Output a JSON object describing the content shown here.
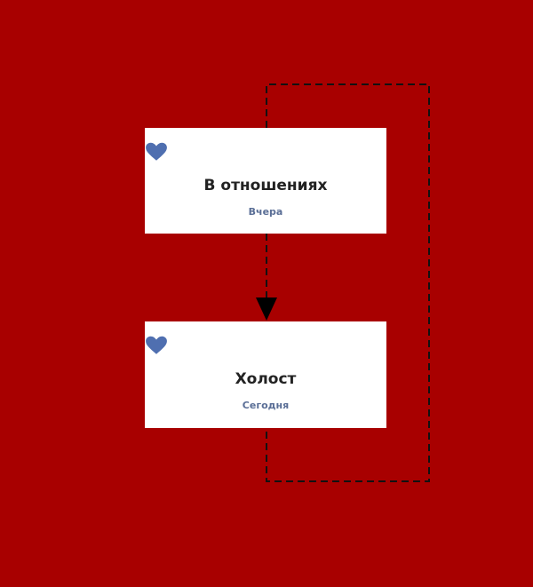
{
  "colors": {
    "background": "#a80000",
    "heart": "#4f6fb0"
  },
  "nodes": [
    {
      "title": "В отношениях",
      "time": "Вчера",
      "icon": "heart-icon"
    },
    {
      "title": "Холост",
      "time": "Сегодня",
      "icon": "heart-icon"
    }
  ]
}
